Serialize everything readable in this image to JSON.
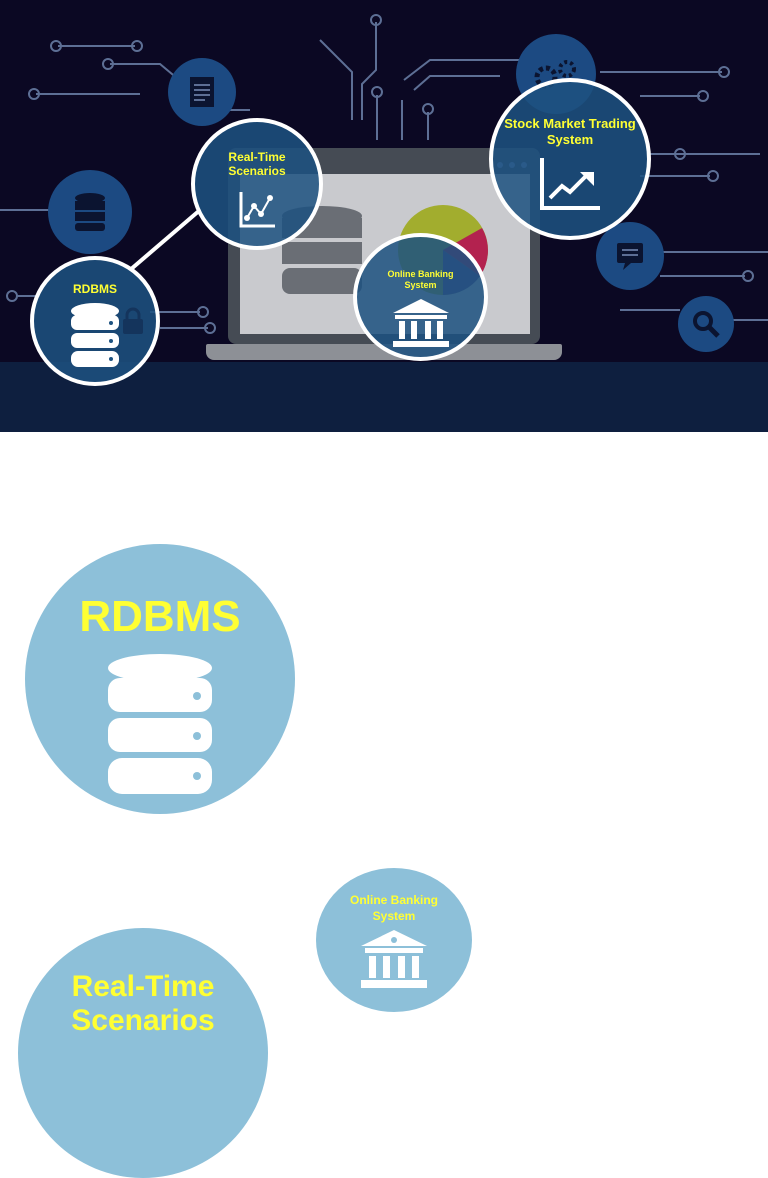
{
  "hero": {
    "bubbles": {
      "rdbms": "RDBMS",
      "realtime_line1": "Real-Time",
      "realtime_line2": "Scenarios",
      "banking_line1": "Online Banking",
      "banking_line2": "System",
      "stock_line1": "Stock Market Trading",
      "stock_line2": "System"
    },
    "icons": [
      "document-icon",
      "database-icon",
      "lock-icon",
      "gears-icon",
      "chat-icon",
      "magnifier-icon",
      "chart-icon",
      "trend-icon",
      "bank-icon",
      "pie-chart-icon"
    ]
  },
  "cards": {
    "rdbms": "RDBMS",
    "banking_line1": "Online Banking",
    "banking_line2": "System",
    "realtime_line1": "Real-Time",
    "realtime_line2": "Scenarios"
  },
  "colors": {
    "hero_bg": "#0b0823",
    "circle_fill": "#1d5280",
    "label_yellow": "#ffff33",
    "card_blue": "#8dc0d9"
  }
}
